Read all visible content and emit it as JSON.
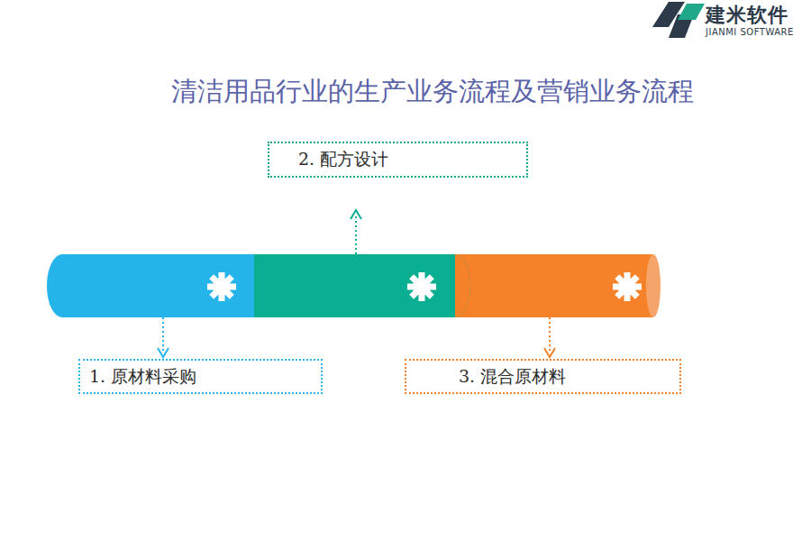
{
  "diagram": {
    "title": "清洁用品行业的生产业务流程及营销业务流程",
    "nodes": [
      {
        "text": [
          "2. 配方设计"
        ]
      },
      {
        "text": [
          "1. 原材料采购"
        ]
      },
      {
        "text": [
          "3. 混合原材料"
        ]
      }
    ],
    "labels": [
      "建米软件",
      "JIANMI SOFTWARE"
    ]
  }
}
